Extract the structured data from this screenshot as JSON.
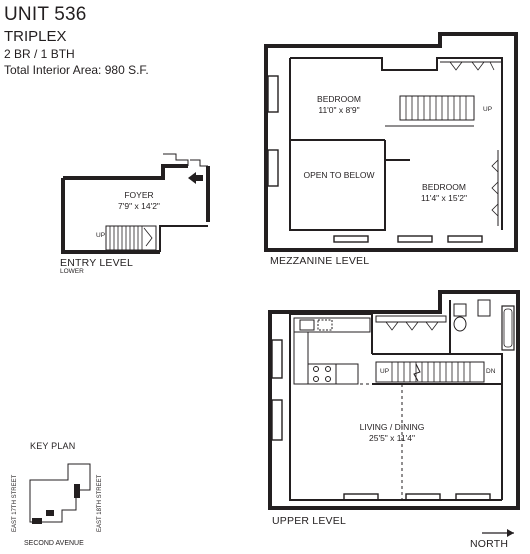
{
  "header": {
    "unit": "UNIT 536",
    "type": "TRIPLEX",
    "bed_bath": "2 BR / 1 BTH",
    "area": "Total Interior Area: 980 S.F."
  },
  "entry_level": {
    "label": "ENTRY LEVEL",
    "sublabel": "LOWER",
    "foyer_name": "FOYER",
    "foyer_dims": "7'9\" x 14'2\"",
    "up_label": "UP"
  },
  "mezzanine_level": {
    "label": "MEZZANINE LEVEL",
    "bedroom1_name": "BEDROOM",
    "bedroom1_dims": "11'0\" x 8'9\"",
    "open_label": "OPEN TO BELOW",
    "bedroom2_name": "BEDROOM",
    "bedroom2_dims": "11'4\" x 15'2\"",
    "up_label": "UP"
  },
  "upper_level": {
    "label": "UPPER LEVEL",
    "living_name": "LIVING / DINING",
    "living_dims": "25'5\" x 11'4\"",
    "up_label": "UP",
    "dn_label": "DN"
  },
  "key_plan": {
    "title": "KEY PLAN",
    "left_street": "EAST 17TH STREET",
    "right_street": "EAST 18TH STREET",
    "bottom_street": "SECOND AVENUE"
  },
  "north": {
    "label": "NORTH"
  },
  "colors": {
    "ink": "#231f20",
    "paper": "#ffffff"
  }
}
